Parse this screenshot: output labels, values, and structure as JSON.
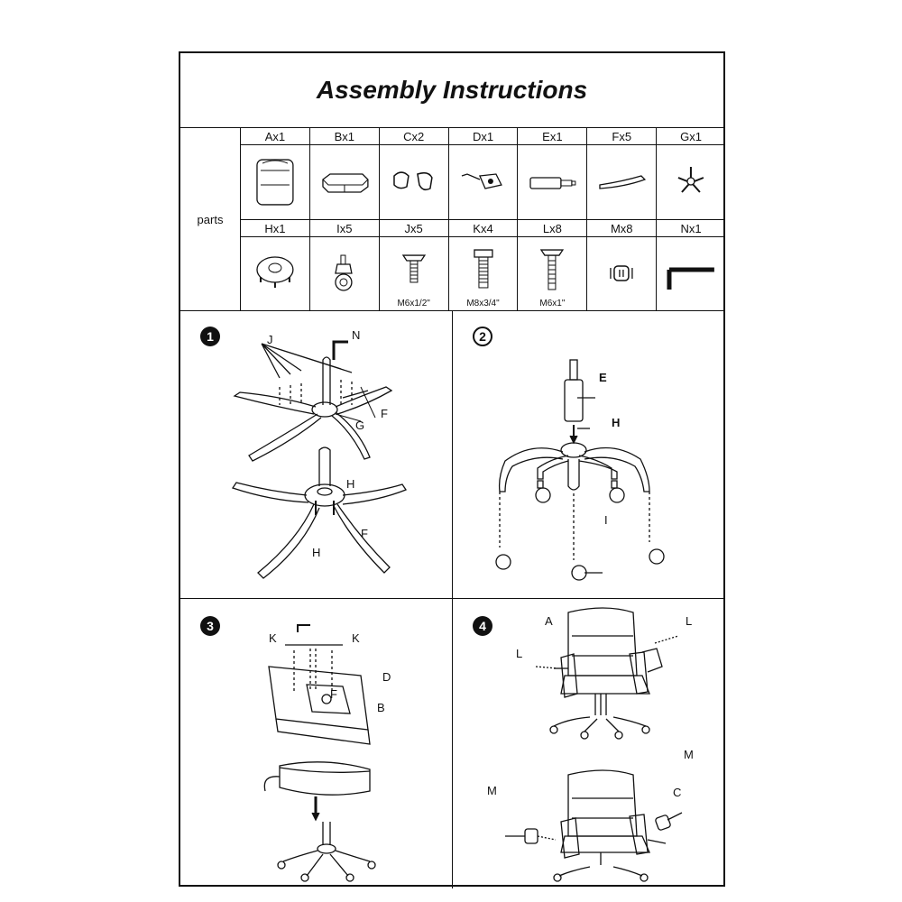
{
  "title": "Assembly  Instructions",
  "parts_label": "parts",
  "parts_row1": [
    {
      "label": "Ax1",
      "icon": "seat-back-icon"
    },
    {
      "label": "Bx1",
      "icon": "seat-cushion-icon"
    },
    {
      "label": "Cx2",
      "icon": "armrest-bracket-icon"
    },
    {
      "label": "Dx1",
      "icon": "mechanism-plate-icon"
    },
    {
      "label": "Ex1",
      "icon": "gas-cylinder-icon"
    },
    {
      "label": "Fx5",
      "icon": "base-leg-icon"
    },
    {
      "label": "Gx1",
      "icon": "star-base-icon"
    }
  ],
  "parts_row2": [
    {
      "label": "Hx1",
      "icon": "base-hub-icon",
      "caption": ""
    },
    {
      "label": "Ix5",
      "icon": "caster-wheel-icon",
      "caption": ""
    },
    {
      "label": "Jx5",
      "icon": "bolt-icon",
      "caption": "M6x1/2\""
    },
    {
      "label": "Kx4",
      "icon": "bolt-icon",
      "caption": "M8x3/4\""
    },
    {
      "label": "Lx8",
      "icon": "bolt-icon",
      "caption": "M6x1\""
    },
    {
      "label": "Mx8",
      "icon": "cap-nut-icon",
      "caption": ""
    },
    {
      "label": "Nx1",
      "icon": "allen-key-icon",
      "caption": ""
    }
  ],
  "steps": [
    {
      "number": "1",
      "labels": [
        "J",
        "N",
        "F",
        "G",
        "H",
        "F",
        "H"
      ]
    },
    {
      "number": "2",
      "labels": [
        "E",
        "H",
        "I"
      ]
    },
    {
      "number": "3",
      "labels": [
        "K",
        "K",
        "D",
        "F",
        "B"
      ]
    },
    {
      "number": "4",
      "labels": [
        "A",
        "L",
        "L",
        "M",
        "M",
        "C"
      ]
    }
  ]
}
